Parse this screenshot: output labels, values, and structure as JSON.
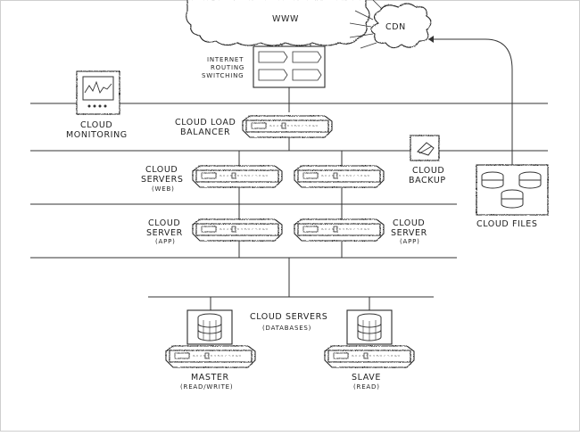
{
  "labels": {
    "www": "WWW",
    "cdn": "CDN",
    "routing_l1": "INTERNET",
    "routing_l2": "ROUTING",
    "routing_l3": "SWITCHING",
    "monitoring_l1": "CLOUD",
    "monitoring_l2": "MONITORING",
    "lb_l1": "CLOUD LOAD",
    "lb_l2": "BALANCER",
    "web_l1": "CLOUD",
    "web_l2": "SERVERS",
    "web_l3": "(WEB)",
    "backup_l1": "CLOUD",
    "backup_l2": "BACKUP",
    "files": "CLOUD FILES",
    "app_left_l1": "CLOUD",
    "app_left_l2": "SERVER",
    "app_left_l3": "(APP)",
    "app_right_l1": "CLOUD",
    "app_right_l2": "SERVER",
    "app_right_l3": "(APP)",
    "db_l1": "CLOUD SERVERS",
    "db_l2": "(DATABASES)",
    "master_l1": "MASTER",
    "master_l2": "(READ/WRITE)",
    "slave_l1": "SLAVE",
    "slave_l2": "(READ)"
  },
  "colors": {
    "line": "#333333",
    "text": "#222222",
    "background": "#ffffff"
  },
  "icons": [
    "cloud-icon",
    "router-icon",
    "monitor-icon",
    "server-icon",
    "database-icon",
    "backup-icon",
    "disk-stack-icon"
  ]
}
